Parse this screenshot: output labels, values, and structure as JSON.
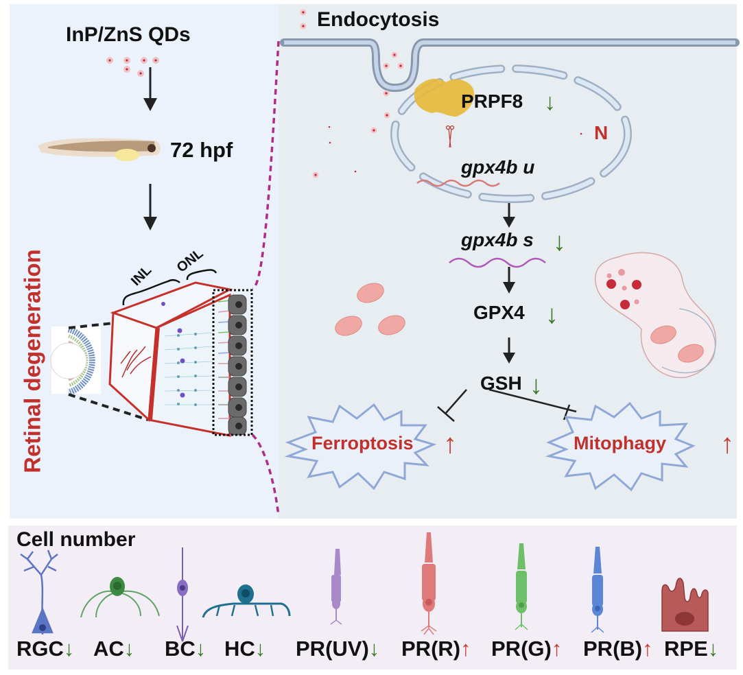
{
  "left_panel": {
    "treatment_label": "InP/ZnS QDs",
    "stage_label": "72 hpf",
    "phenotype_label": "Retinal degeneration",
    "layer_labels": [
      "INL",
      "ONL"
    ],
    "organism_icon": "zebrafish-larva-icon",
    "eye_icon": "eye-cross-section-icon",
    "retina_icon": "retina-layers-block-icon"
  },
  "right_panel": {
    "endocytosis_label": "Endocytosis",
    "nucleus_label": "N",
    "pathway": [
      {
        "label": "PRPF8",
        "italic": false,
        "change": "down"
      },
      {
        "label": "gpx4b u",
        "italic": true,
        "change": "none"
      },
      {
        "label": "gpx4b s",
        "italic": true,
        "change": "down"
      },
      {
        "label": "GPX4",
        "italic": false,
        "change": "down"
      },
      {
        "label": "GSH",
        "italic": false,
        "change": "down"
      }
    ],
    "outcomes": [
      {
        "label": "Ferroptosis",
        "change": "up"
      },
      {
        "label": "Mitophagy",
        "change": "up"
      }
    ],
    "splice_icon": "scissors-icon",
    "colors": {
      "down": "#3a7a28",
      "up": "#c83a2e",
      "outcome_text": "#c0302c",
      "starburst": "#8fa8d6"
    }
  },
  "bottom_panel": {
    "title": "Cell number",
    "cells": [
      {
        "label": "RGC",
        "change": "down",
        "color": "#5b74c4"
      },
      {
        "label": "AC",
        "change": "down",
        "color": "#3d8a45"
      },
      {
        "label": "BC",
        "change": "down",
        "color": "#7a5fb0"
      },
      {
        "label": "HC",
        "change": "down",
        "color": "#1f6f8f"
      },
      {
        "label": "PR(UV)",
        "change": "down",
        "color": "#a98ac8"
      },
      {
        "label": "PR(R)",
        "change": "up",
        "color": "#df7a7a"
      },
      {
        "label": "PR(G)",
        "change": "up",
        "color": "#6fbf6a"
      },
      {
        "label": "PR(B)",
        "change": "up",
        "color": "#5b86d6"
      },
      {
        "label": "RPE",
        "change": "down",
        "color": "#b85a5a"
      }
    ]
  },
  "arrow_glyphs": {
    "down": "↓",
    "up": "↑"
  }
}
